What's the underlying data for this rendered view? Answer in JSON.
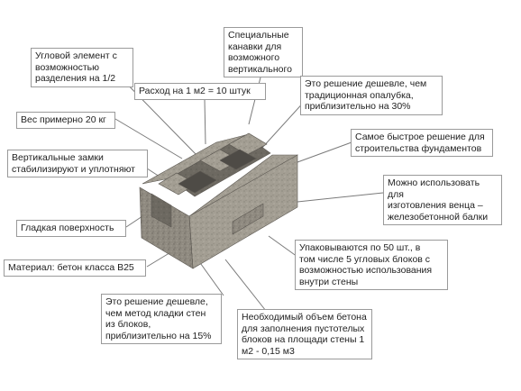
{
  "callouts": {
    "corner_element": "Угловой элемент с\nвозможностью\nразделения на 1/2",
    "special_grooves": "Специальные\nканавки для\nвозможного\nвертикального",
    "consumption": "Расход на 1 м2 = 10 штук",
    "cheaper_formwork": "Это решение дешевле, чем\nтрадиционная опалубка,\nприблизительно на 30%",
    "weight": "Вес примерно 20 кг",
    "fastest_foundation": "Самое быстрое решение для\nстроительства фундаментов",
    "vertical_locks": "Вертикальные замки\nстабилизируют и уплотняют",
    "lintel": "Можно использовать для\nизготовления венца –\nжелезобетонной балки",
    "smooth_surface": "Гладкая поверхность",
    "packaging": "Упаковываются по 50 шт., в\nтом числе 5 угловых блоков с\nвозможностью использования\nвнутри стены",
    "material": "Материал: бетон класса B25",
    "cheaper_masonry": "Это решение дешевле,\nчем метод кладки стен\nиз блоков,\nприблизительно на 15%",
    "concrete_volume": "Необходимый объем бетона\nдля заполнения пустотелых\nблоков на площади стены 1\nм2 - 0,15 м3"
  }
}
